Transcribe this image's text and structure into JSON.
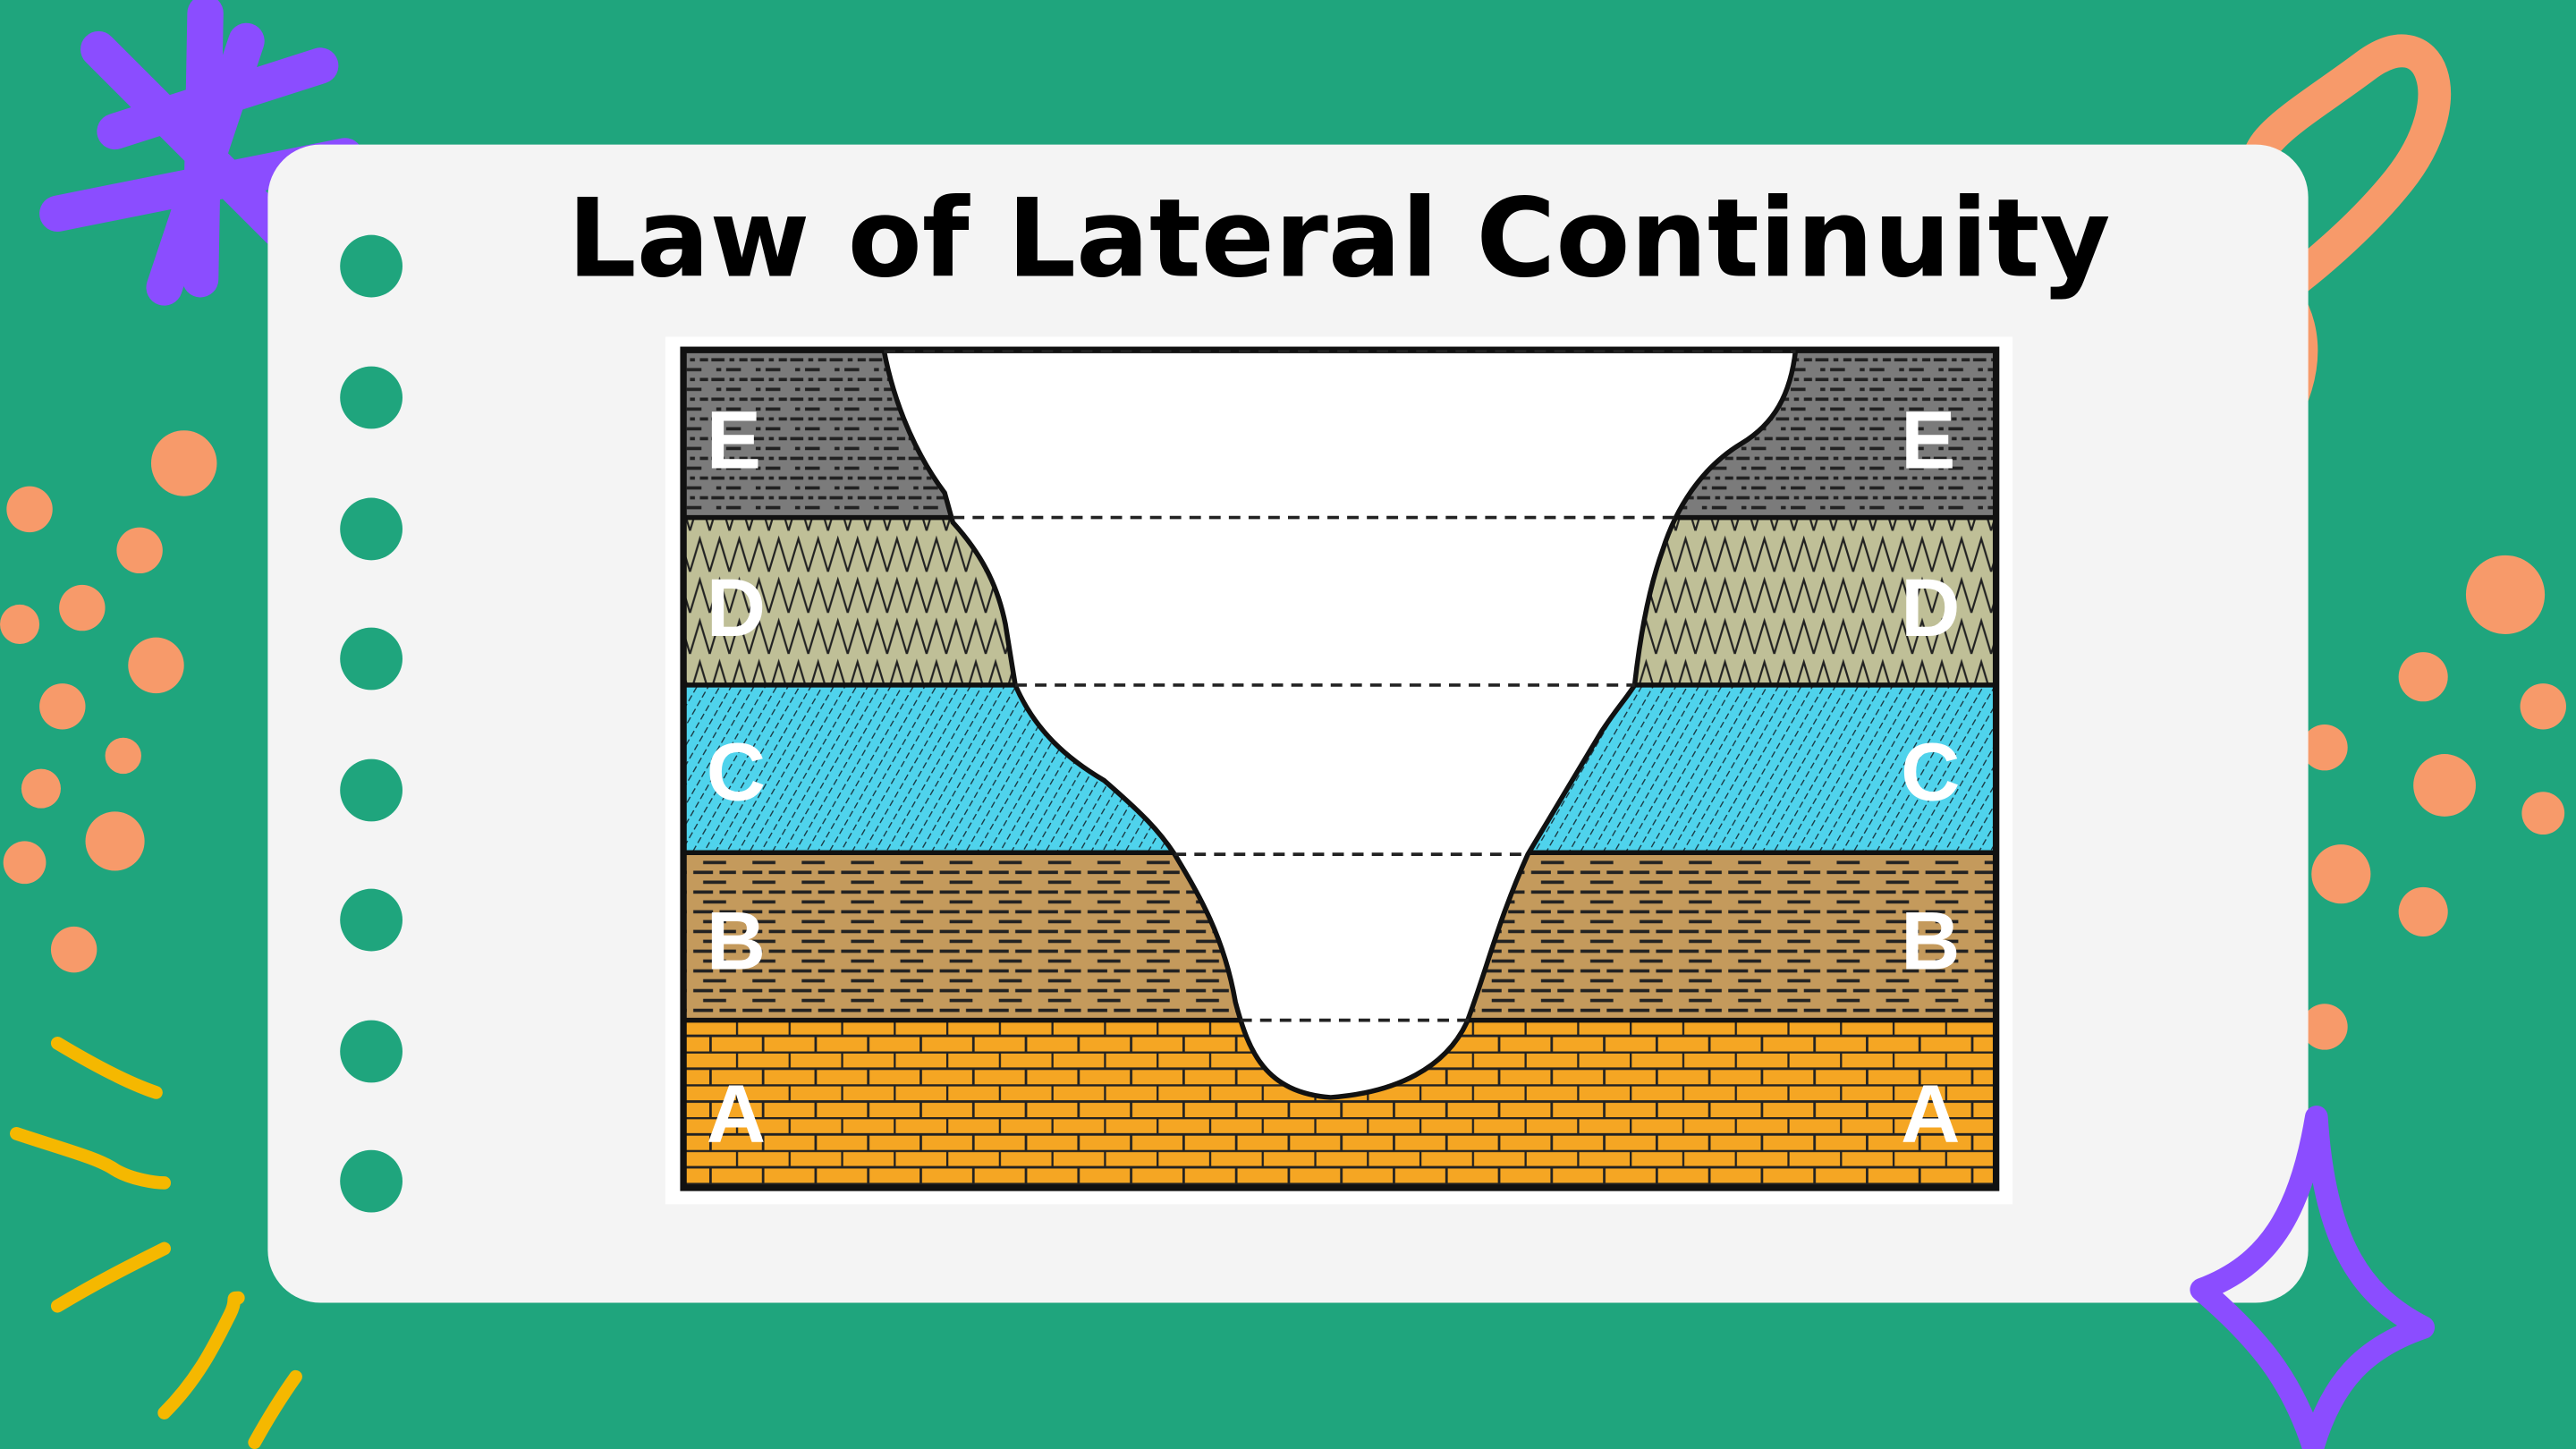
{
  "title": "Law of Lateral Continuity",
  "layers": [
    {
      "label": "E",
      "color": "#7b7b7b",
      "pattern": "dashed-shale"
    },
    {
      "label": "D",
      "color": "#bfbf97",
      "pattern": "zigzag"
    },
    {
      "label": "C",
      "color": "#4fd3ec",
      "pattern": "diagonal-hatch"
    },
    {
      "label": "B",
      "color": "#c49a5c",
      "pattern": "dashes"
    },
    {
      "label": "A",
      "color": "#f5a623",
      "pattern": "bricks"
    }
  ],
  "colors": {
    "background": "#1fa57d",
    "card": "#f4f4f4",
    "accent_purple": "#8b4dff",
    "accent_orange": "#f79a6a",
    "accent_yellow": "#f5b800"
  }
}
